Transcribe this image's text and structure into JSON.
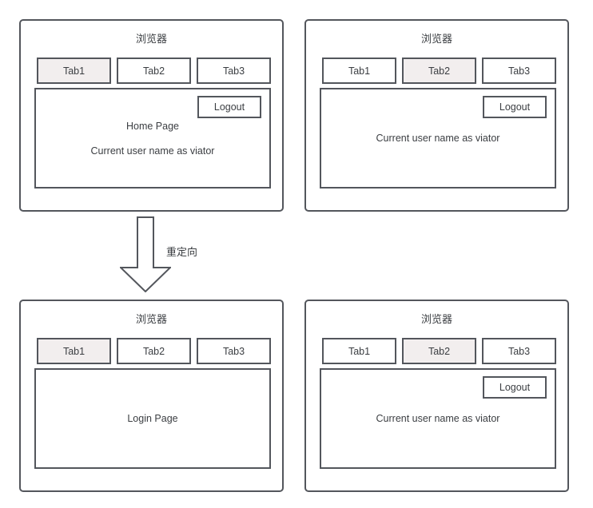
{
  "colors": {
    "stroke": "#53565c",
    "tab_active_bg": "#f2eeee",
    "text": "#3b3e42",
    "background": "#ffffff"
  },
  "arrow": {
    "label": "重定向",
    "direction": "down"
  },
  "windows": [
    {
      "position": "top-left",
      "title": "浏览器",
      "tabs": [
        {
          "label": "Tab1"
        },
        {
          "label": "Tab2"
        },
        {
          "label": "Tab3"
        }
      ],
      "active_tab": "Tab1",
      "logout_label": "Logout",
      "lines": [
        "Home Page",
        "Current user name as viator"
      ]
    },
    {
      "position": "top-right",
      "title": "浏览器",
      "tabs": [
        {
          "label": "Tab1"
        },
        {
          "label": "Tab2"
        },
        {
          "label": "Tab3"
        }
      ],
      "active_tab": "Tab2",
      "logout_label": "Logout",
      "lines": [
        "Current user name as viator"
      ]
    },
    {
      "position": "bottom-left",
      "title": "浏览器",
      "tabs": [
        {
          "label": "Tab1"
        },
        {
          "label": "Tab2"
        },
        {
          "label": "Tab3"
        }
      ],
      "active_tab": "Tab1",
      "lines": [
        "Login Page"
      ]
    },
    {
      "position": "bottom-right",
      "title": "浏览器",
      "tabs": [
        {
          "label": "Tab1"
        },
        {
          "label": "Tab2"
        },
        {
          "label": "Tab3"
        }
      ],
      "active_tab": "Tab2",
      "logout_label": "Logout",
      "lines": [
        "Current user name as viator"
      ]
    }
  ]
}
